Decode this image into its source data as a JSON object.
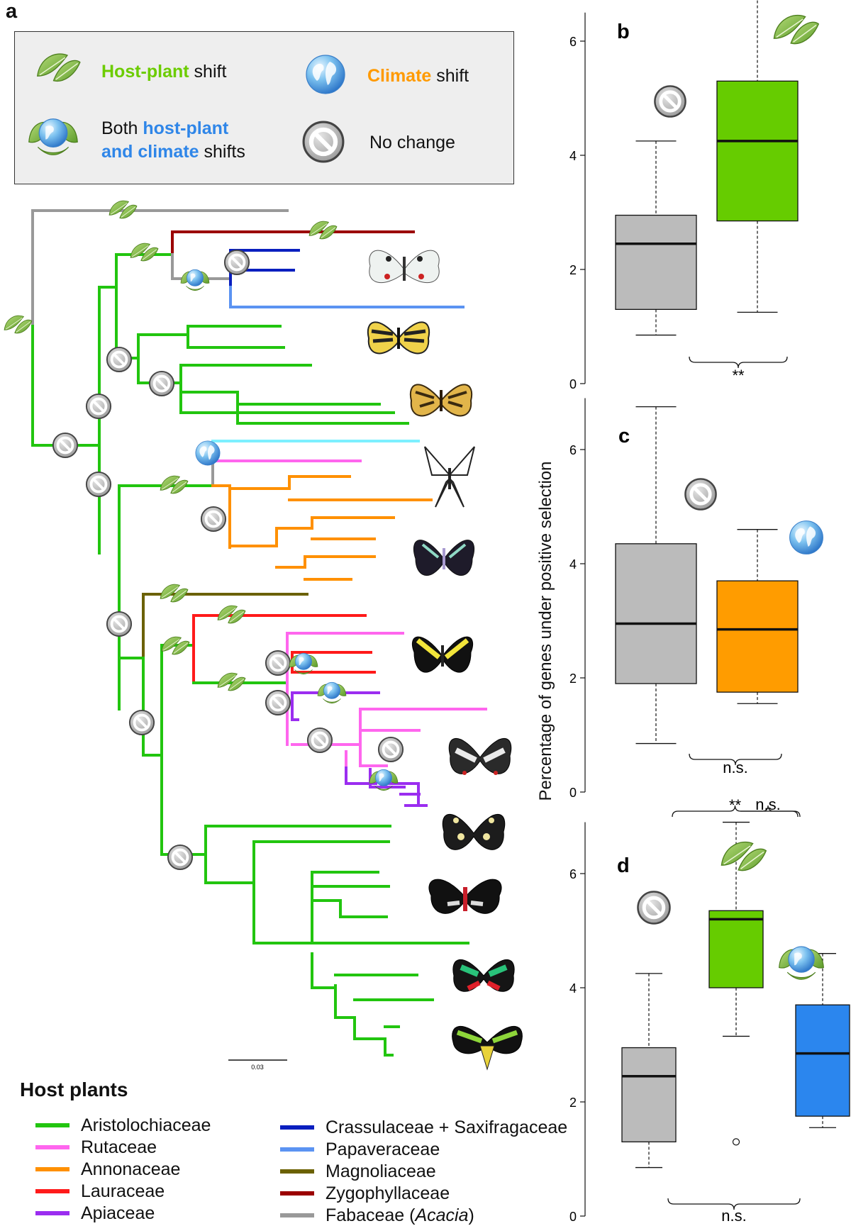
{
  "panel_labels": {
    "a": "a",
    "b": "b",
    "c": "c",
    "d": "d"
  },
  "legend": {
    "host_shift": {
      "emph": "Host-plant",
      "rest": " shift"
    },
    "climate_shift": {
      "emph": "Climate",
      "rest": " shift"
    },
    "both": {
      "line1_pre": "Both ",
      "line1_emph": "host-plant",
      "line2_emph": "and climate",
      "line2_rest": " shifts"
    },
    "no_change": "No change"
  },
  "host_plants": {
    "title": "Host plants",
    "items": [
      {
        "label": "Aristolochiaceae",
        "color": "#22c50f"
      },
      {
        "label": "Rutaceae",
        "color": "#ff66ee"
      },
      {
        "label": "Annonaceae",
        "color": "#ff9000"
      },
      {
        "label": "Lauraceae",
        "color": "#ff1a1a"
      },
      {
        "label": "Apiaceae",
        "color": "#9b2df0"
      },
      {
        "label": "Crassulaceae + Saxifragaceae",
        "color": "#0a1fbf"
      },
      {
        "label": "Papaveraceae",
        "color": "#5b93f2"
      },
      {
        "label": "Magnoliaceae",
        "color": "#6b6100"
      },
      {
        "label": "Zygophyllaceae",
        "color": "#9b0000"
      },
      {
        "label": "Fabaceae (Acacia)",
        "label_pre": "Fabaceae (",
        "label_italic": "Acacia",
        "label_post": ")",
        "color": "#999999"
      }
    ]
  },
  "scale_bar": "0.03",
  "shared_ylabel": "Percentage of genes under positive selection",
  "icons": {
    "host": "leaf-icon",
    "climate": "globe-icon",
    "both": "globe-with-leaves-icon",
    "none": "no-change-icon"
  },
  "chart_data": [
    {
      "id": "b",
      "type": "boxplot",
      "ylim": [
        0,
        6.5
      ],
      "yticks": [
        "0",
        "2",
        "4",
        "6"
      ],
      "boxes": [
        {
          "group": "No change",
          "color": "#bbbbbb",
          "min": 0.85,
          "q1": 1.3,
          "median": 2.45,
          "q3": 2.95,
          "max": 4.25,
          "outliers": []
        },
        {
          "group": "Host-plant shift",
          "color": "#66cc00",
          "min": 1.25,
          "q1": 2.85,
          "median": 4.25,
          "q3": 5.3,
          "max": 6.8,
          "outliers": []
        }
      ],
      "significance": [
        {
          "pair": [
            0,
            1
          ],
          "label": "**"
        }
      ]
    },
    {
      "id": "c",
      "type": "boxplot",
      "ylim": [
        0,
        6.9
      ],
      "yticks": [
        "0",
        "2",
        "4",
        "6"
      ],
      "boxes": [
        {
          "group": "No change",
          "color": "#bbbbbb",
          "min": 0.85,
          "q1": 1.9,
          "median": 2.95,
          "q3": 4.35,
          "max": 6.75,
          "outliers": []
        },
        {
          "group": "Climate shift",
          "color": "#ff9c00",
          "min": 1.55,
          "q1": 1.75,
          "median": 2.85,
          "q3": 3.7,
          "max": 4.6,
          "outliers": []
        }
      ],
      "significance": [
        {
          "pair": [
            0,
            1
          ],
          "label": "n.s."
        }
      ]
    },
    {
      "id": "d",
      "type": "boxplot",
      "ylim": [
        0,
        6.9
      ],
      "yticks": [
        "0",
        "2",
        "4",
        "6"
      ],
      "boxes": [
        {
          "group": "No change",
          "color": "#bbbbbb",
          "min": 0.85,
          "q1": 1.3,
          "median": 2.45,
          "q3": 2.95,
          "max": 4.25,
          "outliers": []
        },
        {
          "group": "Host-plant shift",
          "color": "#66cc00",
          "min": 3.15,
          "q1": 4.0,
          "median": 5.2,
          "q3": 5.35,
          "max": 6.9,
          "outliers": [
            1.3
          ]
        },
        {
          "group": "Both host-plant and climate shifts",
          "color": "#2b86ee",
          "min": 1.55,
          "q1": 1.75,
          "median": 2.85,
          "q3": 3.7,
          "max": 4.6,
          "outliers": []
        }
      ],
      "significance": [
        {
          "pair": [
            0,
            1
          ],
          "label": "**"
        },
        {
          "pair": [
            1,
            2
          ],
          "label": "n.s."
        },
        {
          "pair": [
            0,
            2
          ],
          "label": "n.s."
        }
      ]
    }
  ]
}
